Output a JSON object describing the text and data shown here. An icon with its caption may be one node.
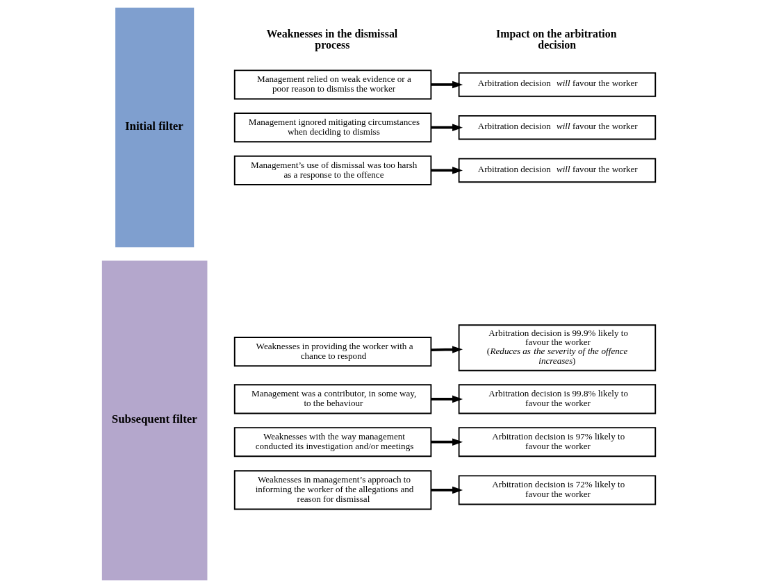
{
  "diagram": {
    "nodes": [
      {
        "text": [
          "Initial filter"
        ]
      },
      {
        "text": [
          "Management relied on weak evidence or a poor reason to dismiss the worker"
        ]
      },
      {
        "text": [
          "Arbitration decision *will* favour the worker"
        ]
      },
      {
        "text": [
          "Management ignored mitigating circumstances when deciding to dismiss"
        ]
      },
      {
        "text": [
          "Arbitration decision *will* favour the worker"
        ]
      },
      {
        "text": [
          "Management’s use of dismissal was too harsh as a response to the offence"
        ]
      },
      {
        "text": [
          "Arbitration decision *will* favour the worker"
        ]
      },
      {
        "text": [
          "Subsequent filter"
        ]
      },
      {
        "text": [
          "Weaknesses in providing the worker with a chance to respond"
        ]
      },
      {
        "text": [
          "Arbitration decision is 99.9% likely to favour the worker",
          "(*Reduces as the severity of the offence increases*)"
        ]
      },
      {
        "text": [
          "Management was a contributor, in some way, to the behaviour"
        ]
      },
      {
        "text": [
          "Arbitration decision is 99.8% likely to favour the worker"
        ]
      },
      {
        "text": [
          "Weaknesses with the way management conducted its investigation and/or meetings"
        ]
      },
      {
        "text": [
          "Arbitration decision is 97% likely to favour the worker"
        ]
      },
      {
        "text": [
          "Weaknesses in management’s approach to informing the worker of the allegations and reason for dismissal"
        ]
      },
      {
        "text": [
          "Arbitration decision is 72% likely to favour the worker"
        ]
      }
    ],
    "edges": [
      {
        "from": 1,
        "to": 2,
        "arrow": "to"
      },
      {
        "from": 3,
        "to": 4,
        "arrow": "to"
      },
      {
        "from": 5,
        "to": 6,
        "arrow": "to"
      },
      {
        "from": 8,
        "to": 9,
        "arrow": "to"
      },
      {
        "from": 10,
        "to": 11,
        "arrow": "to"
      },
      {
        "from": 12,
        "to": 13,
        "arrow": "to"
      },
      {
        "from": 14,
        "to": 15,
        "arrow": "to"
      }
    ],
    "labels": [
      "Weaknesses in the dismissal process",
      "Impact on the arbitration decision"
    ]
  }
}
